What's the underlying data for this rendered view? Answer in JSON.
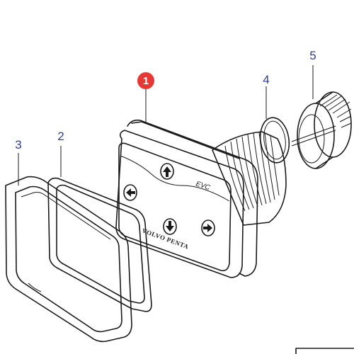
{
  "callouts": {
    "part_1": "1",
    "part_2": "2",
    "part_3": "3",
    "part_4": "4",
    "part_5": "5"
  },
  "panel": {
    "model_label": "EVC",
    "brand_label": "VOLVO PENTA"
  },
  "colors": {
    "badge": "#e53935",
    "callout_text": "#2a3f9d",
    "line": "#1a1a1a"
  }
}
